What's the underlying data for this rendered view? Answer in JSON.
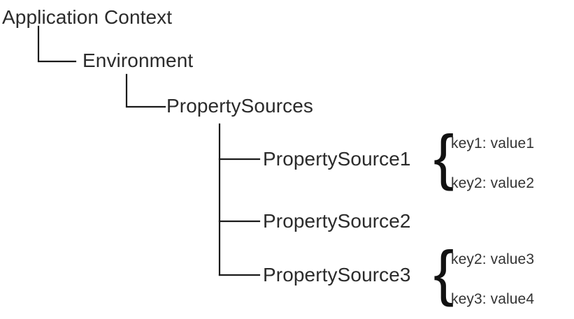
{
  "diagram": {
    "title": "Application Context property source hierarchy",
    "line_color": "#1a1a1a",
    "text_color": "#2b2b2b",
    "kv_text_color": "#333333",
    "background": "#ffffff",
    "nodes": [
      {
        "id": "application-context",
        "label": "Application Context",
        "level": 0
      },
      {
        "id": "environment",
        "label": "Environment",
        "level": 1
      },
      {
        "id": "property-sources",
        "label": "PropertySources",
        "level": 2
      },
      {
        "id": "property-source-1",
        "label": "PropertySource1",
        "level": 3
      },
      {
        "id": "property-source-2",
        "label": "PropertySource2",
        "level": 3
      },
      {
        "id": "property-source-3",
        "label": "PropertySource3",
        "level": 3
      }
    ],
    "groups": [
      {
        "owner": "PropertySource1",
        "brace": "{",
        "entries": [
          {
            "key": "key1",
            "value": "value1",
            "text": "key1: value1"
          },
          {
            "key": "key2",
            "value": "value2",
            "text": "key2: value2"
          }
        ]
      },
      {
        "owner": "PropertySource3",
        "brace": "{",
        "entries": [
          {
            "key": "key2",
            "value": "value3",
            "text": "key2: value3"
          },
          {
            "key": "key3",
            "value": "value4",
            "text": "key3: value4"
          }
        ]
      }
    ]
  }
}
